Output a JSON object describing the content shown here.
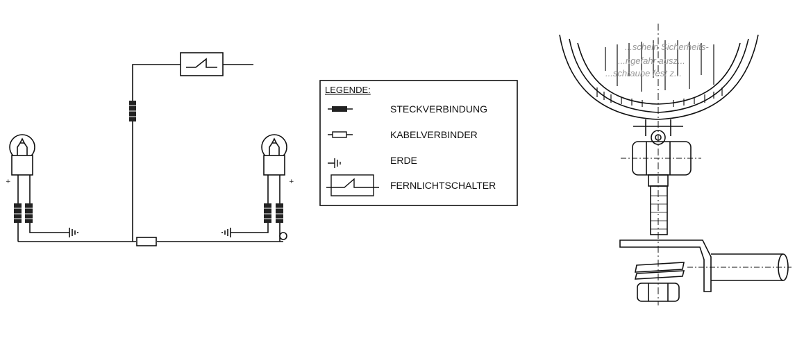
{
  "legend": {
    "title": "LEGENDE:",
    "items": [
      {
        "symbol": "connector-plug-icon",
        "label": "STECKVERBINDUNG"
      },
      {
        "symbol": "cable-joint-icon",
        "label": "KABELVERBINDER"
      },
      {
        "symbol": "ground-icon",
        "label": "ERDE"
      },
      {
        "symbol": "switch-icon",
        "label": "FERNLICHTSCHALTER"
      }
    ]
  },
  "gauge": {
    "faint_lines": [
      "...schein Sicherheits-",
      "...ngefahr ausz...",
      "...schraube fest z..."
    ]
  },
  "colors": {
    "ink": "#111111",
    "paper": "#ffffff"
  }
}
